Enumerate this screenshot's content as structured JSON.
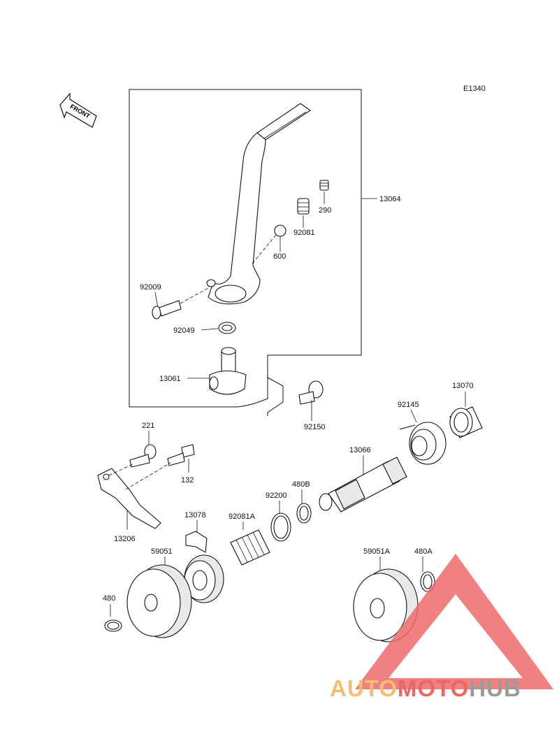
{
  "diagram_code": "E1340",
  "front_label": "FRONT",
  "watermark": {
    "part1": "AUTO",
    "part2": "MOTO",
    "part3": "HUB",
    "colors": {
      "auto": "#f2b25a",
      "moto": "#e44d4d",
      "hub": "#8a8a8a",
      "triangle": "#ef6b6b"
    }
  },
  "parts": {
    "p13064": "13064",
    "p290": "290",
    "p92081": "92081",
    "p600": "600",
    "p92009": "92009",
    "p92049": "92049",
    "p13061": "13061",
    "p92150": "92150",
    "p13070": "13070",
    "p92145": "92145",
    "p13066": "13066",
    "p221": "221",
    "p132": "132",
    "p480B": "480B",
    "p92200": "92200",
    "p92081A": "92081A",
    "p13078": "13078",
    "p13206": "13206",
    "p59051": "59051",
    "p59051A": "59051A",
    "p480A": "480A",
    "p480": "480"
  }
}
